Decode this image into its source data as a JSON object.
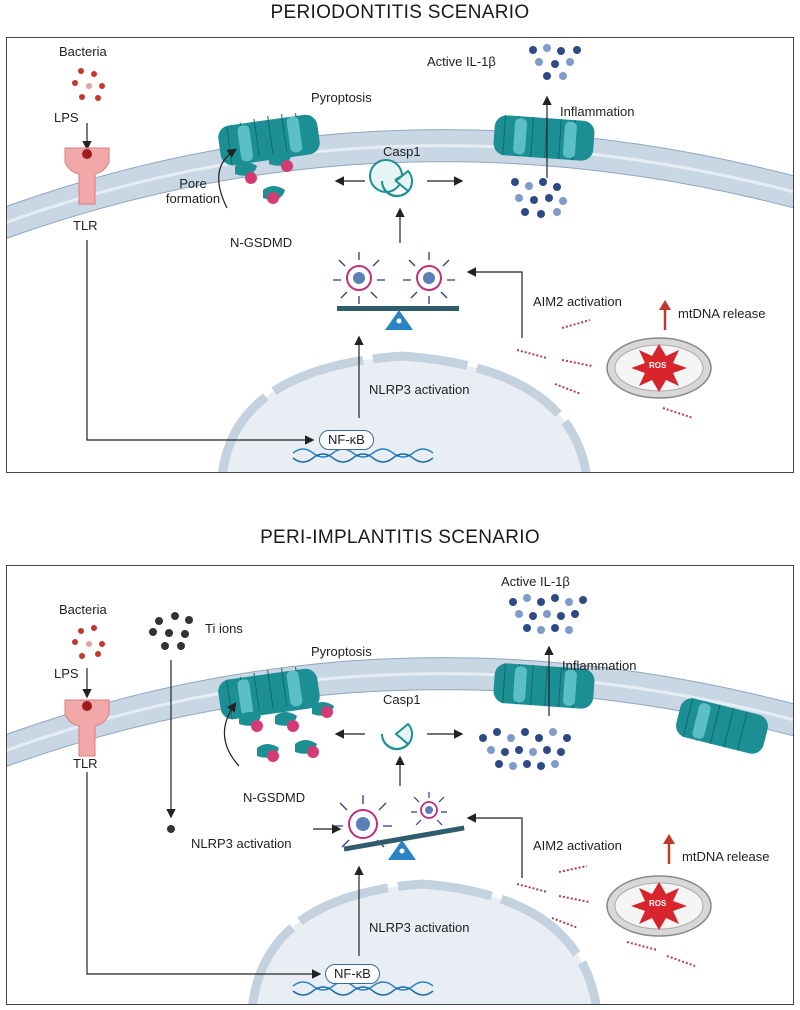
{
  "panels": [
    {
      "title": "PERIODONTITIS SCENARIO",
      "labels": {
        "bacteria": "Bacteria",
        "lps": "LPS",
        "tlr": "TLR",
        "pyroptosis": "Pyroptosis",
        "active_il1b": "Active IL-1β",
        "inflammation": "Inflammation",
        "casp1": "Casp1",
        "pore_formation": "Pore\nformation",
        "n_gsdmd": "N-GSDMD",
        "aim2": "AIM2 activation",
        "mtdna": "mtDNA release",
        "ros": "ROS",
        "nlrp3_nucleus": "NLRP3 activation",
        "nfkb": "NF-κB"
      }
    },
    {
      "title": "PERI-IMPLANTITIS SCENARIO",
      "labels": {
        "bacteria": "Bacteria",
        "ti_ions": "Ti ions",
        "lps": "LPS",
        "tlr": "TLR",
        "pyroptosis": "Pyroptosis",
        "active_il1b": "Active IL-1β",
        "inflammation": "Inflammation",
        "casp1": "Casp1",
        "n_gsdmd": "N-GSDMD",
        "nlrp3_left": "NLRP3 activation",
        "aim2": "AIM2 activation",
        "mtdna": "mtDNA release",
        "ros": "ROS",
        "nlrp3_nucleus": "NLRP3 activation",
        "nfkb": "NF-κB"
      }
    }
  ],
  "colors": {
    "membrane": "#c9d6e4",
    "membrane_edge": "#8fa7c0",
    "pore": "#1c8f95",
    "pore_light": "#5bc0c5",
    "bacteria": "#c0392b",
    "il1b": "#2e4a86",
    "il1b_light": "#7f9cc8",
    "mito_red": "#d8252c",
    "scale": "#2f5d6e",
    "fulcrum": "#2a84c4"
  }
}
